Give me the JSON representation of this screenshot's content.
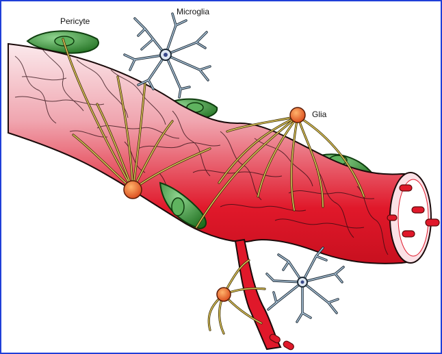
{
  "labels": {
    "pericyte": "Pericyte",
    "microglia": "Microglia",
    "glia": "Glia"
  },
  "colors": {
    "frame": "#1f3fd8",
    "vessel": "#e0182a",
    "pericyte": "#2e8b2e",
    "microglia": "#3a4a5a",
    "glia_body": "#e65a1e",
    "glia_process": "#c8b24a"
  }
}
